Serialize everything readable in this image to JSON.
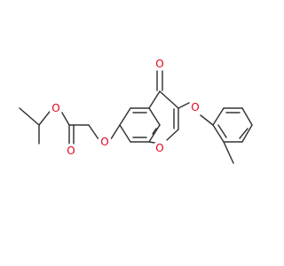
{
  "atoms": {
    "carbonyl_oxygen": "O",
    "aryl_ether_oxygen": "O",
    "ring_oxygen": "O",
    "alkoxy_oxygen": "O",
    "ester_oxygen": "O",
    "ester_carbonyl_oxygen": "O"
  },
  "colors": {
    "bond": "#333333",
    "oxygen": "#e0001b",
    "background": "#ffffff"
  }
}
